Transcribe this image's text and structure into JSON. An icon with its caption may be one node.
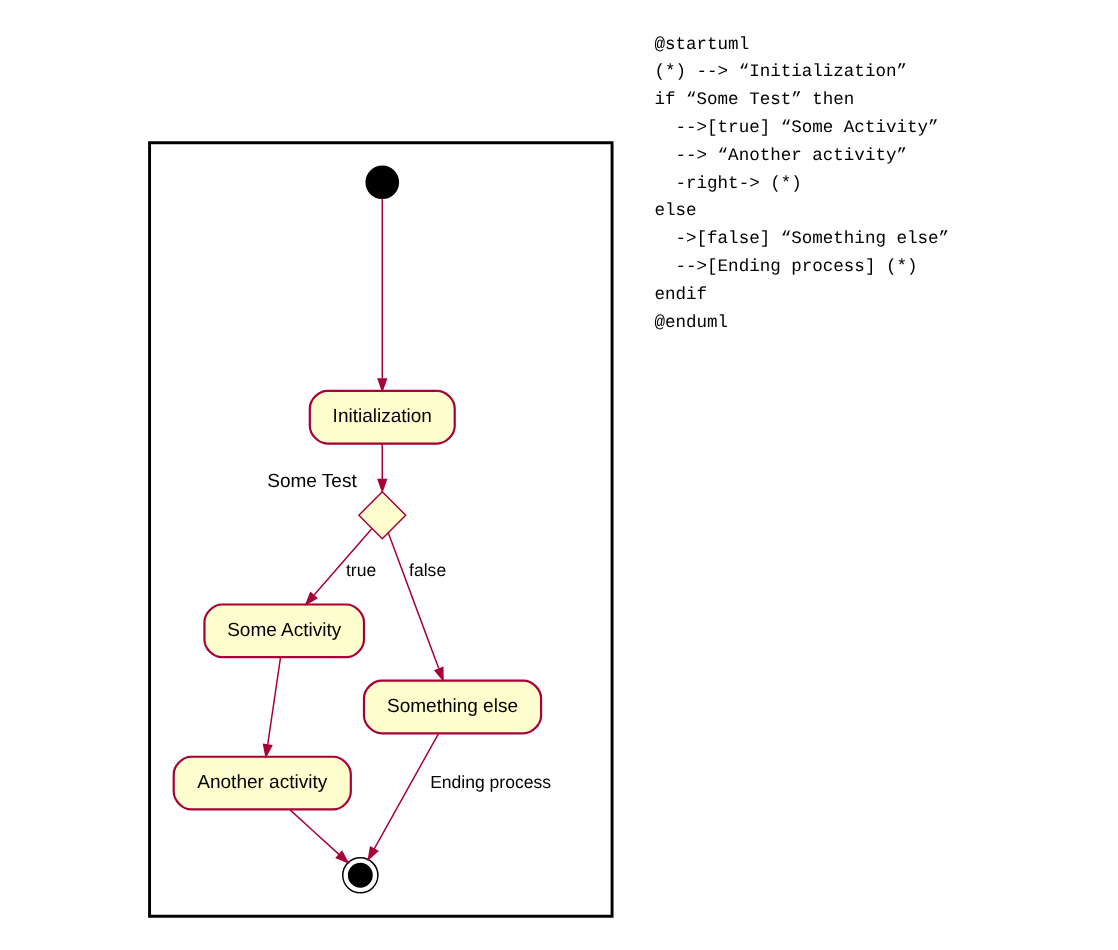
{
  "diagram": {
    "nodes": [
      {
        "text": [],
        "shape": "box"
      },
      {
        "text": [],
        "shape": "circle",
        "in": 0
      },
      {
        "text": [
          "Initialization"
        ],
        "in": 0
      },
      {
        "text": [],
        "shape": "diamond",
        "in": 0,
        "beside": [
          "Some Test"
        ]
      },
      {
        "text": [
          "Something else"
        ],
        "in": 0
      },
      {
        "text": [
          "Some Activity"
        ],
        "in": 0
      },
      {
        "text": [
          "Another activity"
        ],
        "in": 0
      },
      {
        "text": [],
        "shape": "bullseye",
        "in": 0
      }
    ],
    "edges": [
      {
        "from": 1,
        "to": 2,
        "arrow": "to"
      },
      {
        "from": 2,
        "to": 3,
        "arrow": "to"
      },
      {
        "from": 3,
        "to": 5,
        "arrow": "to",
        "label": "true"
      },
      {
        "from": 3,
        "to": 4,
        "arrow": "to",
        "label": "false"
      },
      {
        "from": 4,
        "to": 7,
        "arrow": "to",
        "label": "Ending process"
      },
      {
        "from": 5,
        "to": 6,
        "arrow": "to"
      },
      {
        "from": 6,
        "to": 7,
        "arrow": "to"
      }
    ],
    "labels": [
      "@startuml",
      "(*) --> “Initialization”",
      "if “Some Test” then",
      "-->[true] “Some Activity”",
      "--> “Another activity”",
      "-right-> (*)",
      "else",
      "->[false] “Something else”",
      "-->[Ending process] (*)",
      "endif",
      "@enduml"
    ]
  }
}
